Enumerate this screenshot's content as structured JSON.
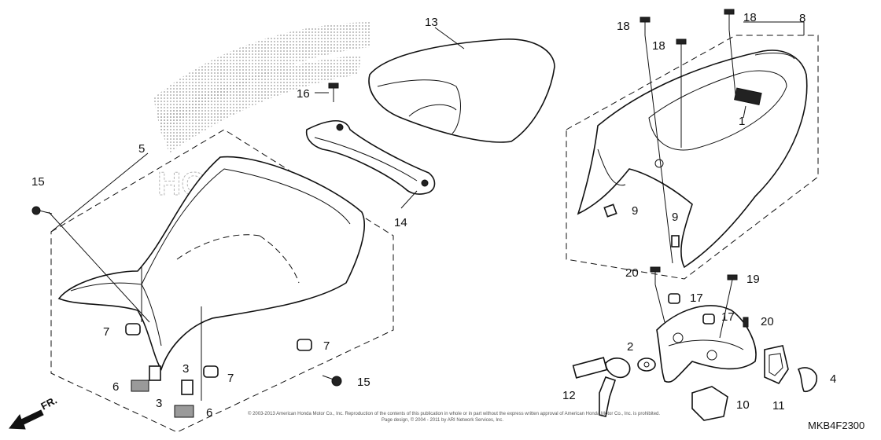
{
  "diagram": {
    "callouts": {
      "p1": "1",
      "p2": "2",
      "p3a": "3",
      "p3b": "3",
      "p4": "4",
      "p5": "5",
      "p6a": "6",
      "p6b": "6",
      "p7a": "7",
      "p7b": "7",
      "p7c": "7",
      "p8": "8",
      "p9a": "9",
      "p9b": "9",
      "p10": "10",
      "p11": "11",
      "p12": "12",
      "p13": "13",
      "p14": "14",
      "p15a": "15",
      "p15b": "15",
      "p16": "16",
      "p17a": "17",
      "p17b": "17",
      "p18a": "18",
      "p18b": "18",
      "p18c": "18",
      "p19": "19",
      "p20a": "20",
      "p20b": "20"
    },
    "logo_text": "HONDA",
    "direction_label": "FR.",
    "diagram_code": "MKB4F2300",
    "copyright_line1": "© 2003-2013 American Honda Motor Co., Inc. Reproduction of the contents of this publication in whole or in part without the express written approval of American Honda Motor Co., Inc. is prohibited.",
    "copyright_line2": "Page design, © 2004 - 2011 by ARI Network Services, Inc.",
    "colors": {
      "line": "#111111",
      "background": "#ffffff",
      "stipple": "#bdbdbd"
    }
  }
}
